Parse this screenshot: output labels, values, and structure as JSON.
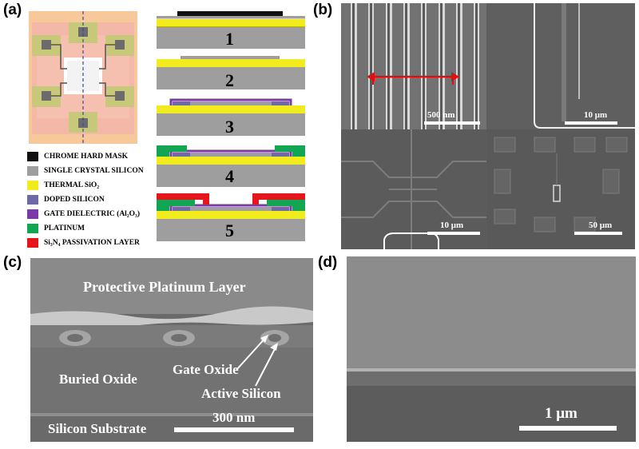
{
  "panels": {
    "a": {
      "label": "(a)",
      "legend": [
        {
          "text": "CHROME HARD MASK",
          "color": "#111111"
        },
        {
          "text": "SINGLE CRYSTAL SILICON",
          "color": "#9e9e9e"
        },
        {
          "text": "THERMAL SiO₂",
          "color": "#f2ec1e"
        },
        {
          "text": "DOPED SILICON",
          "color": "#6d6aa7"
        },
        {
          "text": "GATE DIELECTRIC (Al₂O₃)",
          "color": "#7b3aa8"
        },
        {
          "text": "PLATINUM",
          "color": "#12a552"
        },
        {
          "text": "Si₃N₄ PASSIVATION LAYER",
          "color": "#e4161b"
        }
      ],
      "steps": [
        "1",
        "2",
        "3",
        "4",
        "5"
      ]
    },
    "b": {
      "label": "(b)",
      "scales": [
        "500 nm",
        "10 μm",
        "10 μm",
        "50 μm"
      ]
    },
    "c": {
      "label": "(c)",
      "annotations": {
        "protective": "Protective Platinum Layer",
        "buried": "Buried Oxide",
        "gate": "Gate Oxide",
        "active": "Active Silicon",
        "substrate": "Silicon Substrate",
        "scale": "300 nm"
      }
    },
    "d": {
      "label": "(d)",
      "scale": "1 μm"
    }
  },
  "colors": {
    "silicon": "#9e9e9e",
    "sio2": "#f2ec1e",
    "chrome": "#111111",
    "doped": "#6d6aa7",
    "dielectric": "#7b3aa8",
    "platinum": "#12a552",
    "nitride": "#e4161b",
    "arrow": "#e01010"
  }
}
